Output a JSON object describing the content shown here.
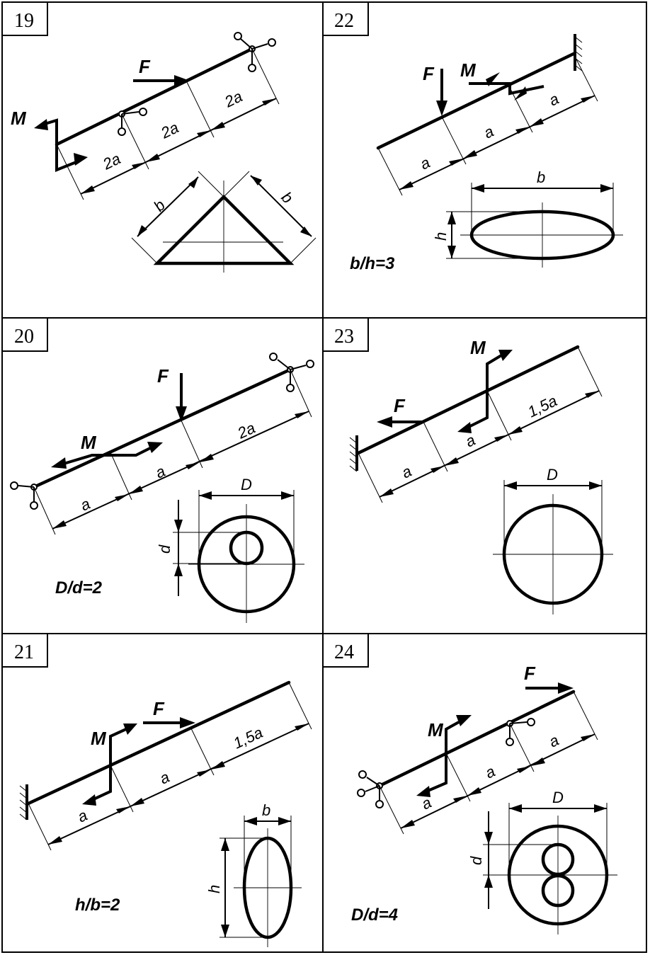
{
  "panels": [
    {
      "number": "19",
      "labels": {
        "force": "F",
        "moment": "M",
        "dim1": "2a",
        "dim2": "2a",
        "dim3": "2a",
        "sec1": "b",
        "sec2": "b"
      },
      "ratio": ""
    },
    {
      "number": "22",
      "labels": {
        "force": "F",
        "moment": "M",
        "dim1": "a",
        "dim2": "a",
        "dim3": "a",
        "sec1": "b",
        "sec2": "h"
      },
      "ratio": "b/h=3"
    },
    {
      "number": "20",
      "labels": {
        "force": "F",
        "moment": "M",
        "dim1": "a",
        "dim2": "a",
        "dim3": "2a",
        "sec1": "D",
        "sec2": "d"
      },
      "ratio": "D/d=2"
    },
    {
      "number": "23",
      "labels": {
        "force": "F",
        "moment": "M",
        "dim1": "a",
        "dim2": "a",
        "dim3": "1,5a",
        "sec1": "D"
      },
      "ratio": ""
    },
    {
      "number": "21",
      "labels": {
        "force": "F",
        "moment": "M",
        "dim1": "a",
        "dim2": "a",
        "dim3": "1,5a",
        "sec1": "b",
        "sec2": "h"
      },
      "ratio": "h/b=2"
    },
    {
      "number": "24",
      "labels": {
        "force": "F",
        "moment": "M",
        "dim1": "a",
        "dim2": "a",
        "dim3": "a",
        "sec1": "D",
        "sec2": "d"
      },
      "ratio": "D/d=4"
    }
  ]
}
